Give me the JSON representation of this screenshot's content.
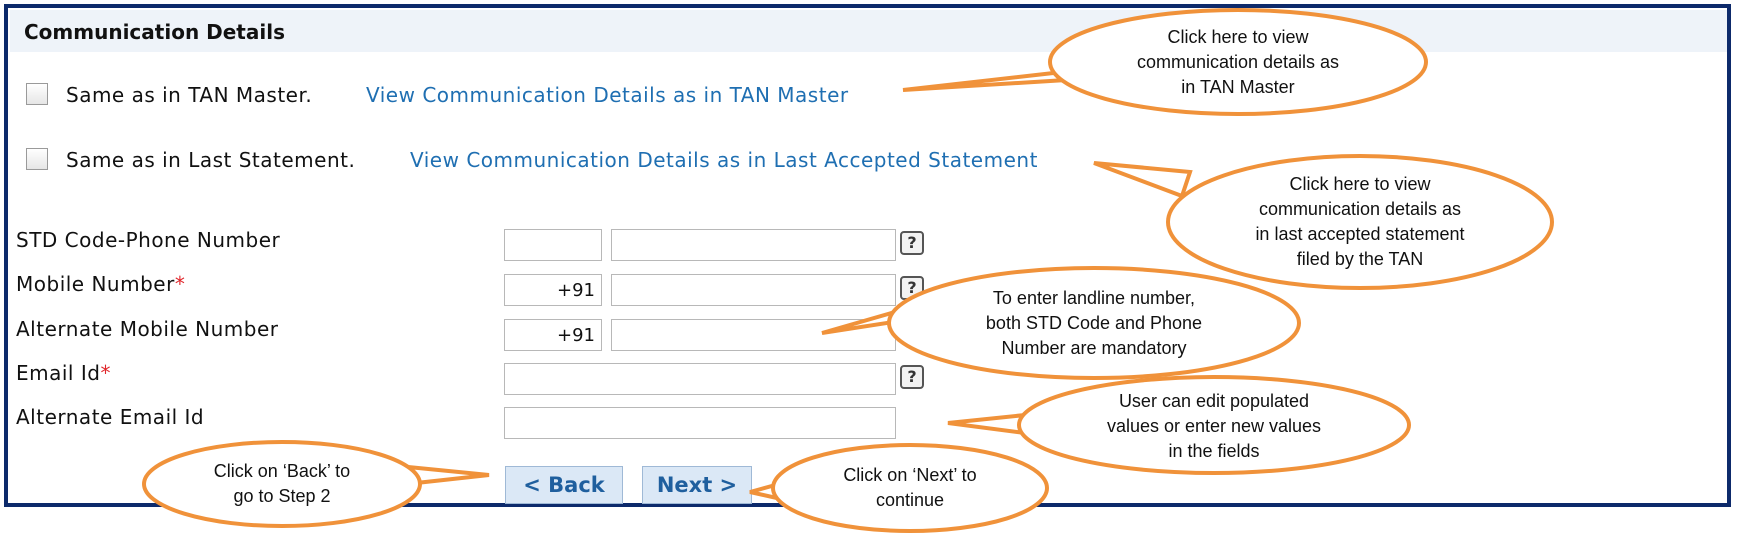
{
  "section": {
    "title": "Communication Details"
  },
  "options": [
    {
      "text": "Same as in TAN Master.",
      "link": "View Communication Details as in TAN Master",
      "checked": false
    },
    {
      "text": "Same as in Last Statement.",
      "link": "View Communication Details as in Last Accepted Statement",
      "checked": false
    }
  ],
  "form": {
    "std_phone": {
      "label": "STD Code-Phone Number",
      "code": "",
      "number": ""
    },
    "mobile": {
      "label": "Mobile Number",
      "required": "*",
      "code": "+91",
      "number": ""
    },
    "alt_mobile": {
      "label": "Alternate Mobile Number",
      "code": "+91",
      "number": ""
    },
    "email": {
      "label": "Email Id",
      "required": "*",
      "value": ""
    },
    "alt_email": {
      "label": "Alternate Email Id",
      "value": ""
    }
  },
  "help_icon_text": "?",
  "buttons": {
    "back": "< Back",
    "next": "Next >"
  },
  "callouts": {
    "tan_master": [
      "Click here to view",
      "communication details as",
      "in TAN Master"
    ],
    "last_statement": [
      "Click here to view",
      "communication details as",
      "in last accepted statement",
      "filed by the TAN"
    ],
    "landline": [
      "To enter landline number,",
      "both STD Code and Phone",
      "Number are mandatory"
    ],
    "edit_values": [
      "User can edit populated",
      "values or enter new values",
      "in the fields"
    ],
    "back": [
      "Click on ‘Back’ to",
      "go to Step 2"
    ],
    "next": [
      "Click on ‘Next’ to",
      "continue"
    ]
  },
  "colors": {
    "frame": "#0d2a6b",
    "link": "#1f6fb2",
    "required": "#e0262b",
    "callout_border": "#f0923a",
    "button_bg": "#dbe8f6"
  }
}
